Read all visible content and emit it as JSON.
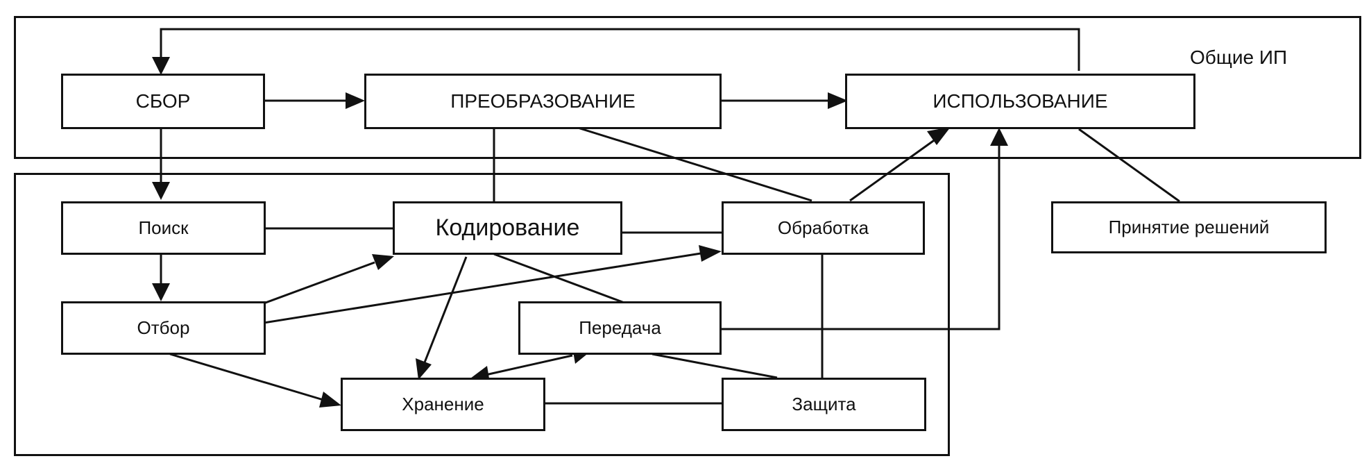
{
  "group_label": "Общие ИП",
  "nodes": {
    "sbor": "СБОР",
    "preobrazovanie": "ПРЕОБРАЗОВАНИЕ",
    "ispolzovanie": "ИСПОЛЬЗОВАНИЕ",
    "poisk": "Поиск",
    "kodirovanie": "Кодирование",
    "obrabotka": "Обработка",
    "prinyatie": "Принятие решений",
    "otbor": "Отбор",
    "peredacha": "Передача",
    "hranenie": "Хранение",
    "zashchita": "Защита"
  },
  "colors": {
    "stroke": "#111111",
    "background": "#ffffff"
  }
}
